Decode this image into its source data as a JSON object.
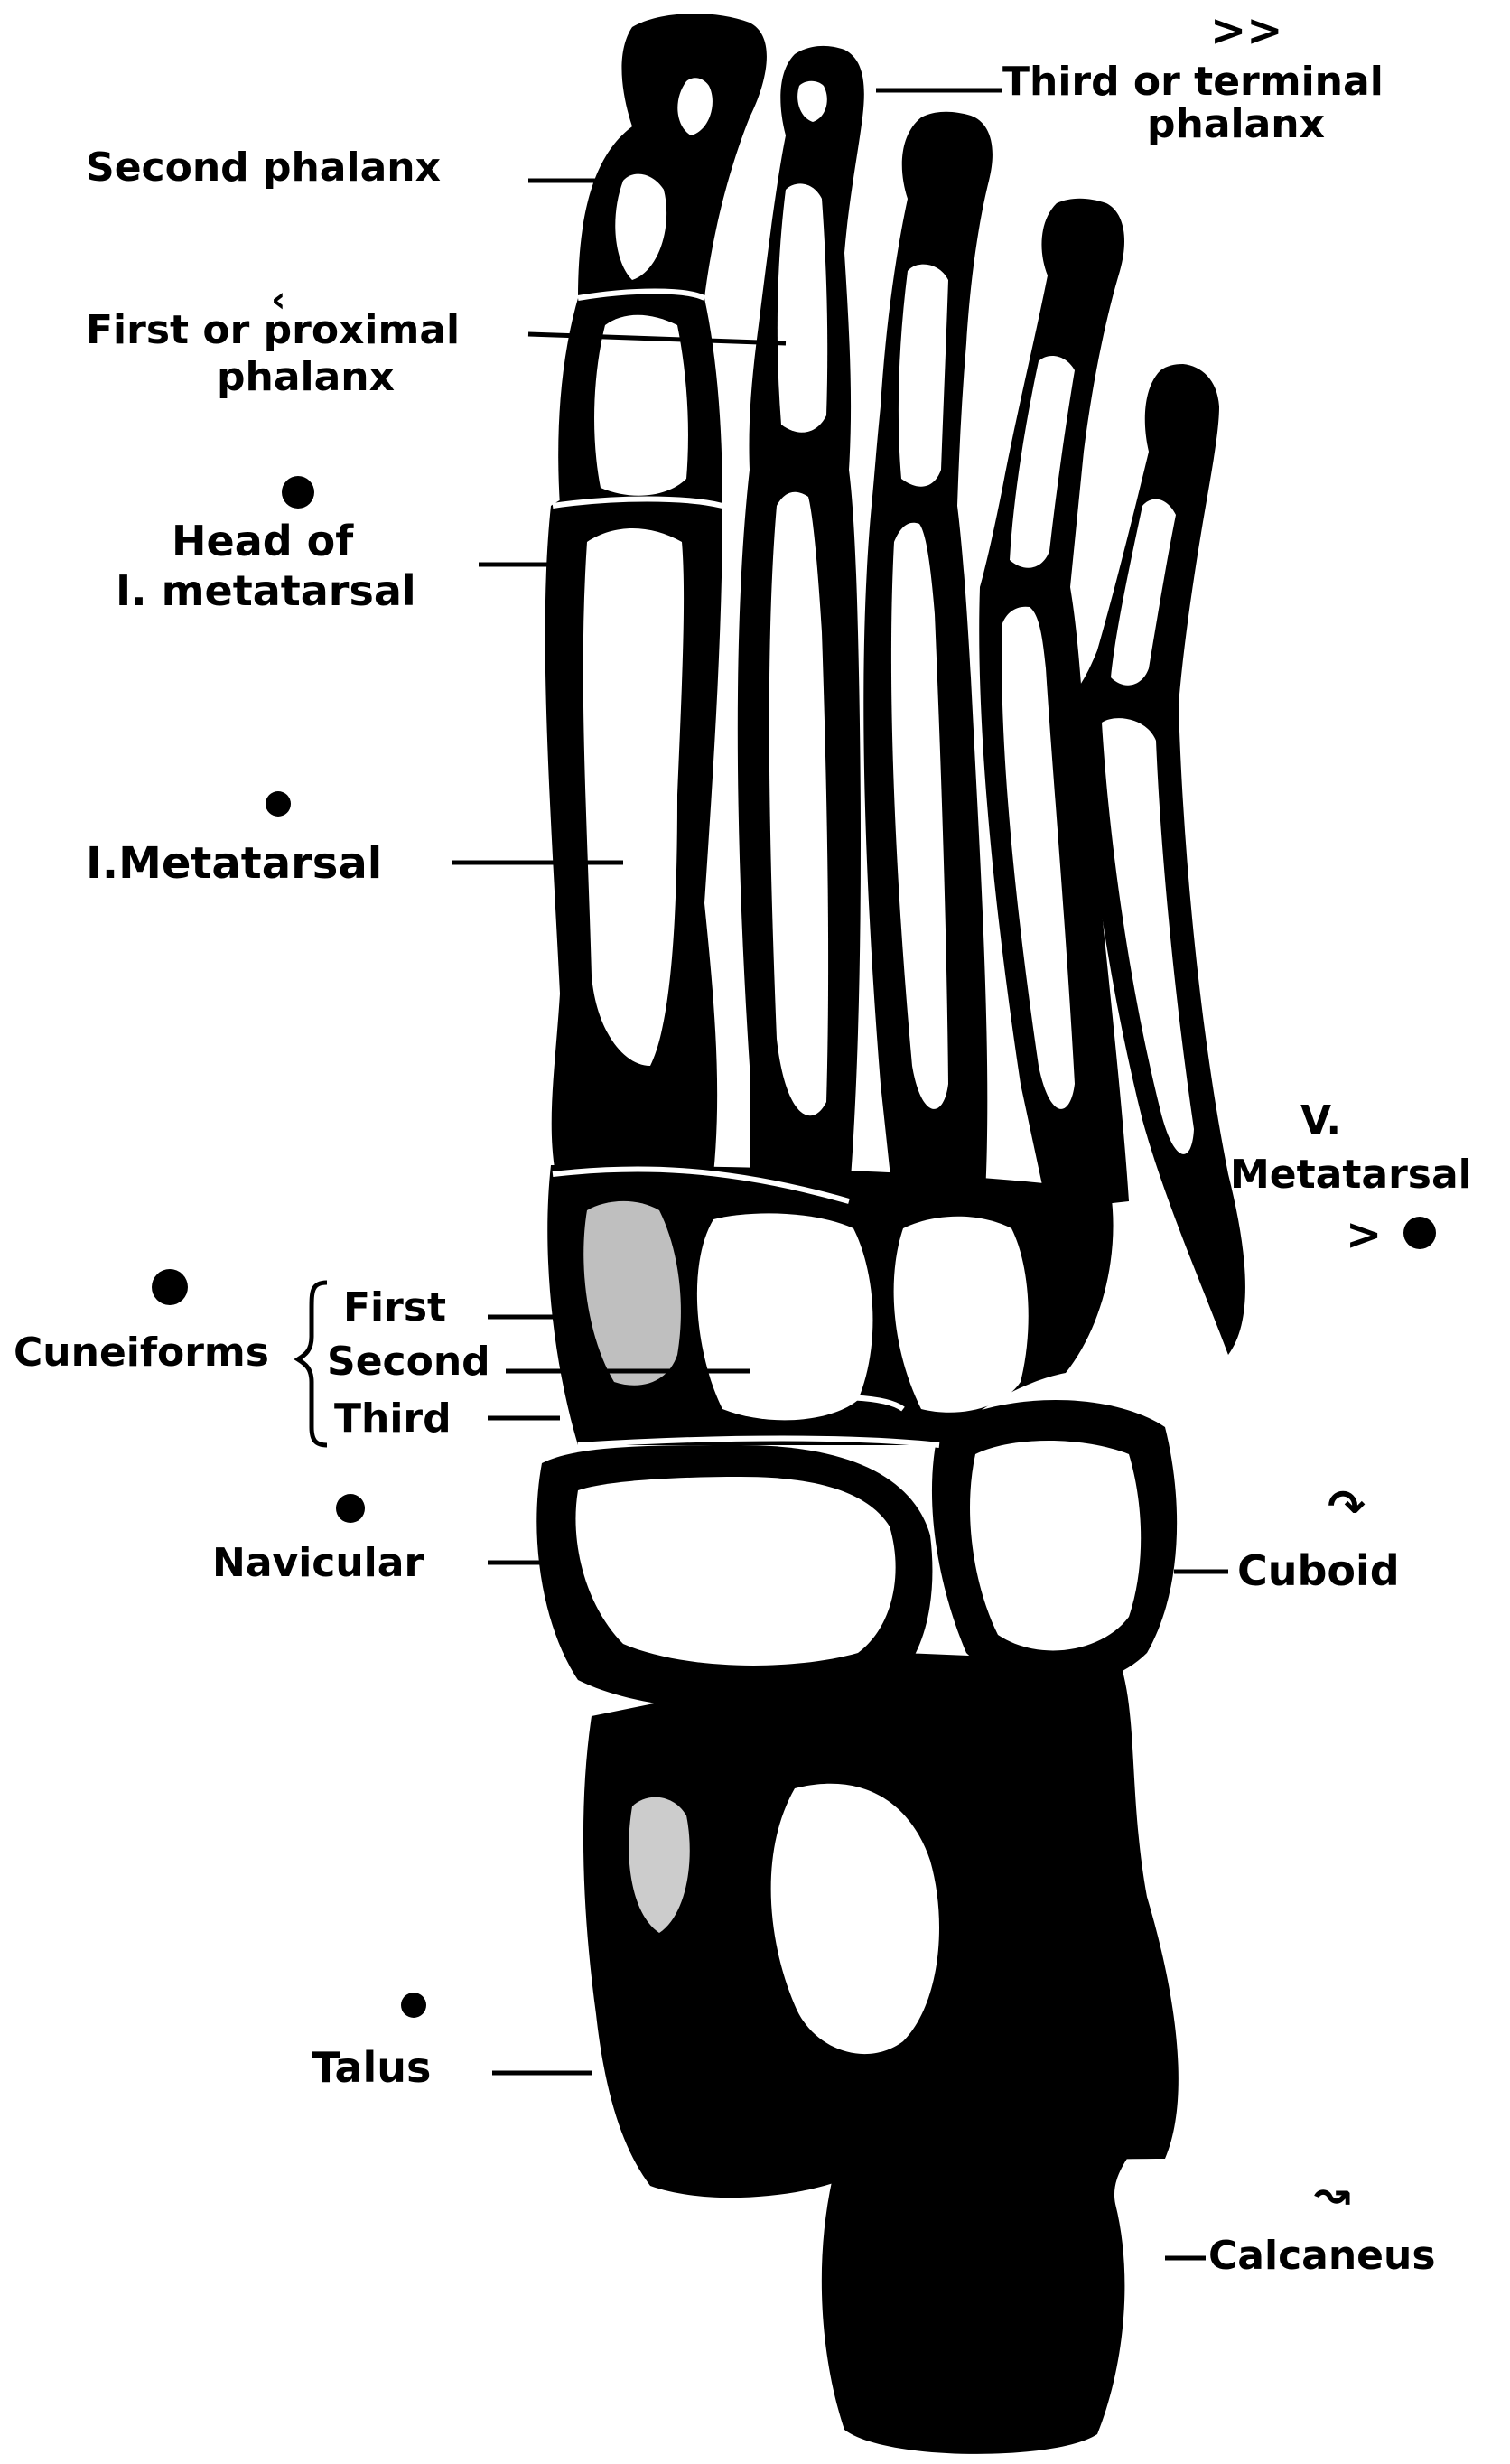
{
  "figure": {
    "background_color": "#ffffff",
    "ink_color": "#000000",
    "labels": {
      "second_phalanx": "Second phalanx",
      "third_phalanx_line1": "Third or terminal",
      "third_phalanx_line2": "phalanx",
      "first_phalanx_line1": "First or proximal",
      "first_phalanx_line2": "phalanx",
      "head_metatarsal_line1": "Head of",
      "head_metatarsal_line2": "I. metatarsal",
      "first_metatarsal": "I.Metatarsal",
      "fifth_metatarsal_line1": "V.",
      "fifth_metatarsal_line2": "Metatarsal",
      "cuneiforms": "Cuneiforms",
      "cuneiform_first": "First",
      "cuneiform_second": "Second",
      "cuneiform_third": "Third",
      "navicular": "Navicular",
      "cuboid": "Cuboid",
      "talus": "Talus",
      "calcaneus": "Calcaneus"
    }
  }
}
